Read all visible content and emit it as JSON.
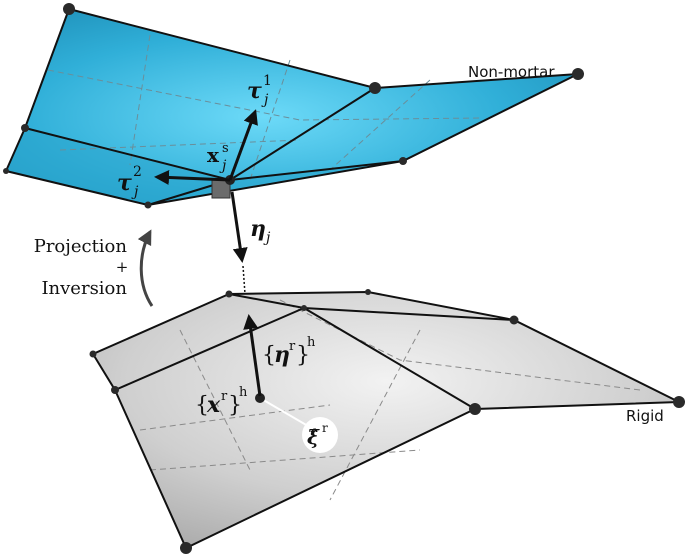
{
  "labels": {
    "non_mortar": "Non-mortar",
    "rigid": "Rigid",
    "projection": "Projection",
    "plus": "+",
    "inversion": "Inversion"
  },
  "math": {
    "tau1_base": "τ",
    "tau1_sup": "1",
    "tau1_sub": "j",
    "tau2_base": "τ",
    "tau2_sup": "2",
    "tau2_sub": "j",
    "xs_base": "x",
    "xs_sup": "s",
    "xs_sub": "j",
    "eta_base": "η",
    "eta_sub": "j",
    "eta_r_open": "{",
    "eta_r_base": "η",
    "eta_r_sup": "r",
    "eta_r_close": "}",
    "eta_r_h": "h",
    "x_r_open": "{",
    "x_r_base": "x",
    "x_r_sup": "r",
    "x_r_close": "}",
    "x_r_h": "h",
    "xi_base": "ξ̂",
    "xi_sup": "r"
  },
  "colors": {
    "mortar_fill": "#33b4dc",
    "mortar_glow": "#5fd3f5",
    "rigid_fill": "#c8c8c8",
    "rigid_glow": "#f0f0f0",
    "edge": "#111111"
  }
}
